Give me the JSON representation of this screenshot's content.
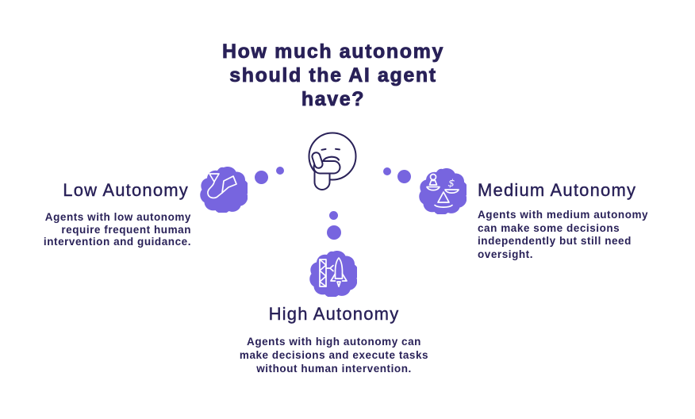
{
  "page": {
    "background": "#ffffff"
  },
  "colors": {
    "accent_purple": "#7765df",
    "ink_navy": "#292158",
    "icon_line_white": "#ffffff"
  },
  "title": {
    "lines": [
      "How much autonomy",
      "should the AI agent",
      "have?"
    ]
  },
  "center": {
    "icon": "thinking-face-icon"
  },
  "sections": [
    {
      "id": "low",
      "heading": "Low Autonomy",
      "icon": "winding-path-flag-icon",
      "description_lines": [
        "Agents with low autonomy",
        "require frequent human",
        "intervention and guidance."
      ]
    },
    {
      "id": "medium",
      "heading": "Medium Autonomy",
      "icon": "balance-scale-icon",
      "icon_label": "$",
      "description_lines": [
        "Agents with medium autonomy",
        "can make some decisions",
        "independently but still need",
        "oversight."
      ]
    },
    {
      "id": "high",
      "heading": "High Autonomy",
      "icon": "rocket-launch-icon",
      "description_lines": [
        "Agents with high autonomy can",
        "make decisions and execute tasks",
        "without human intervention."
      ]
    }
  ]
}
